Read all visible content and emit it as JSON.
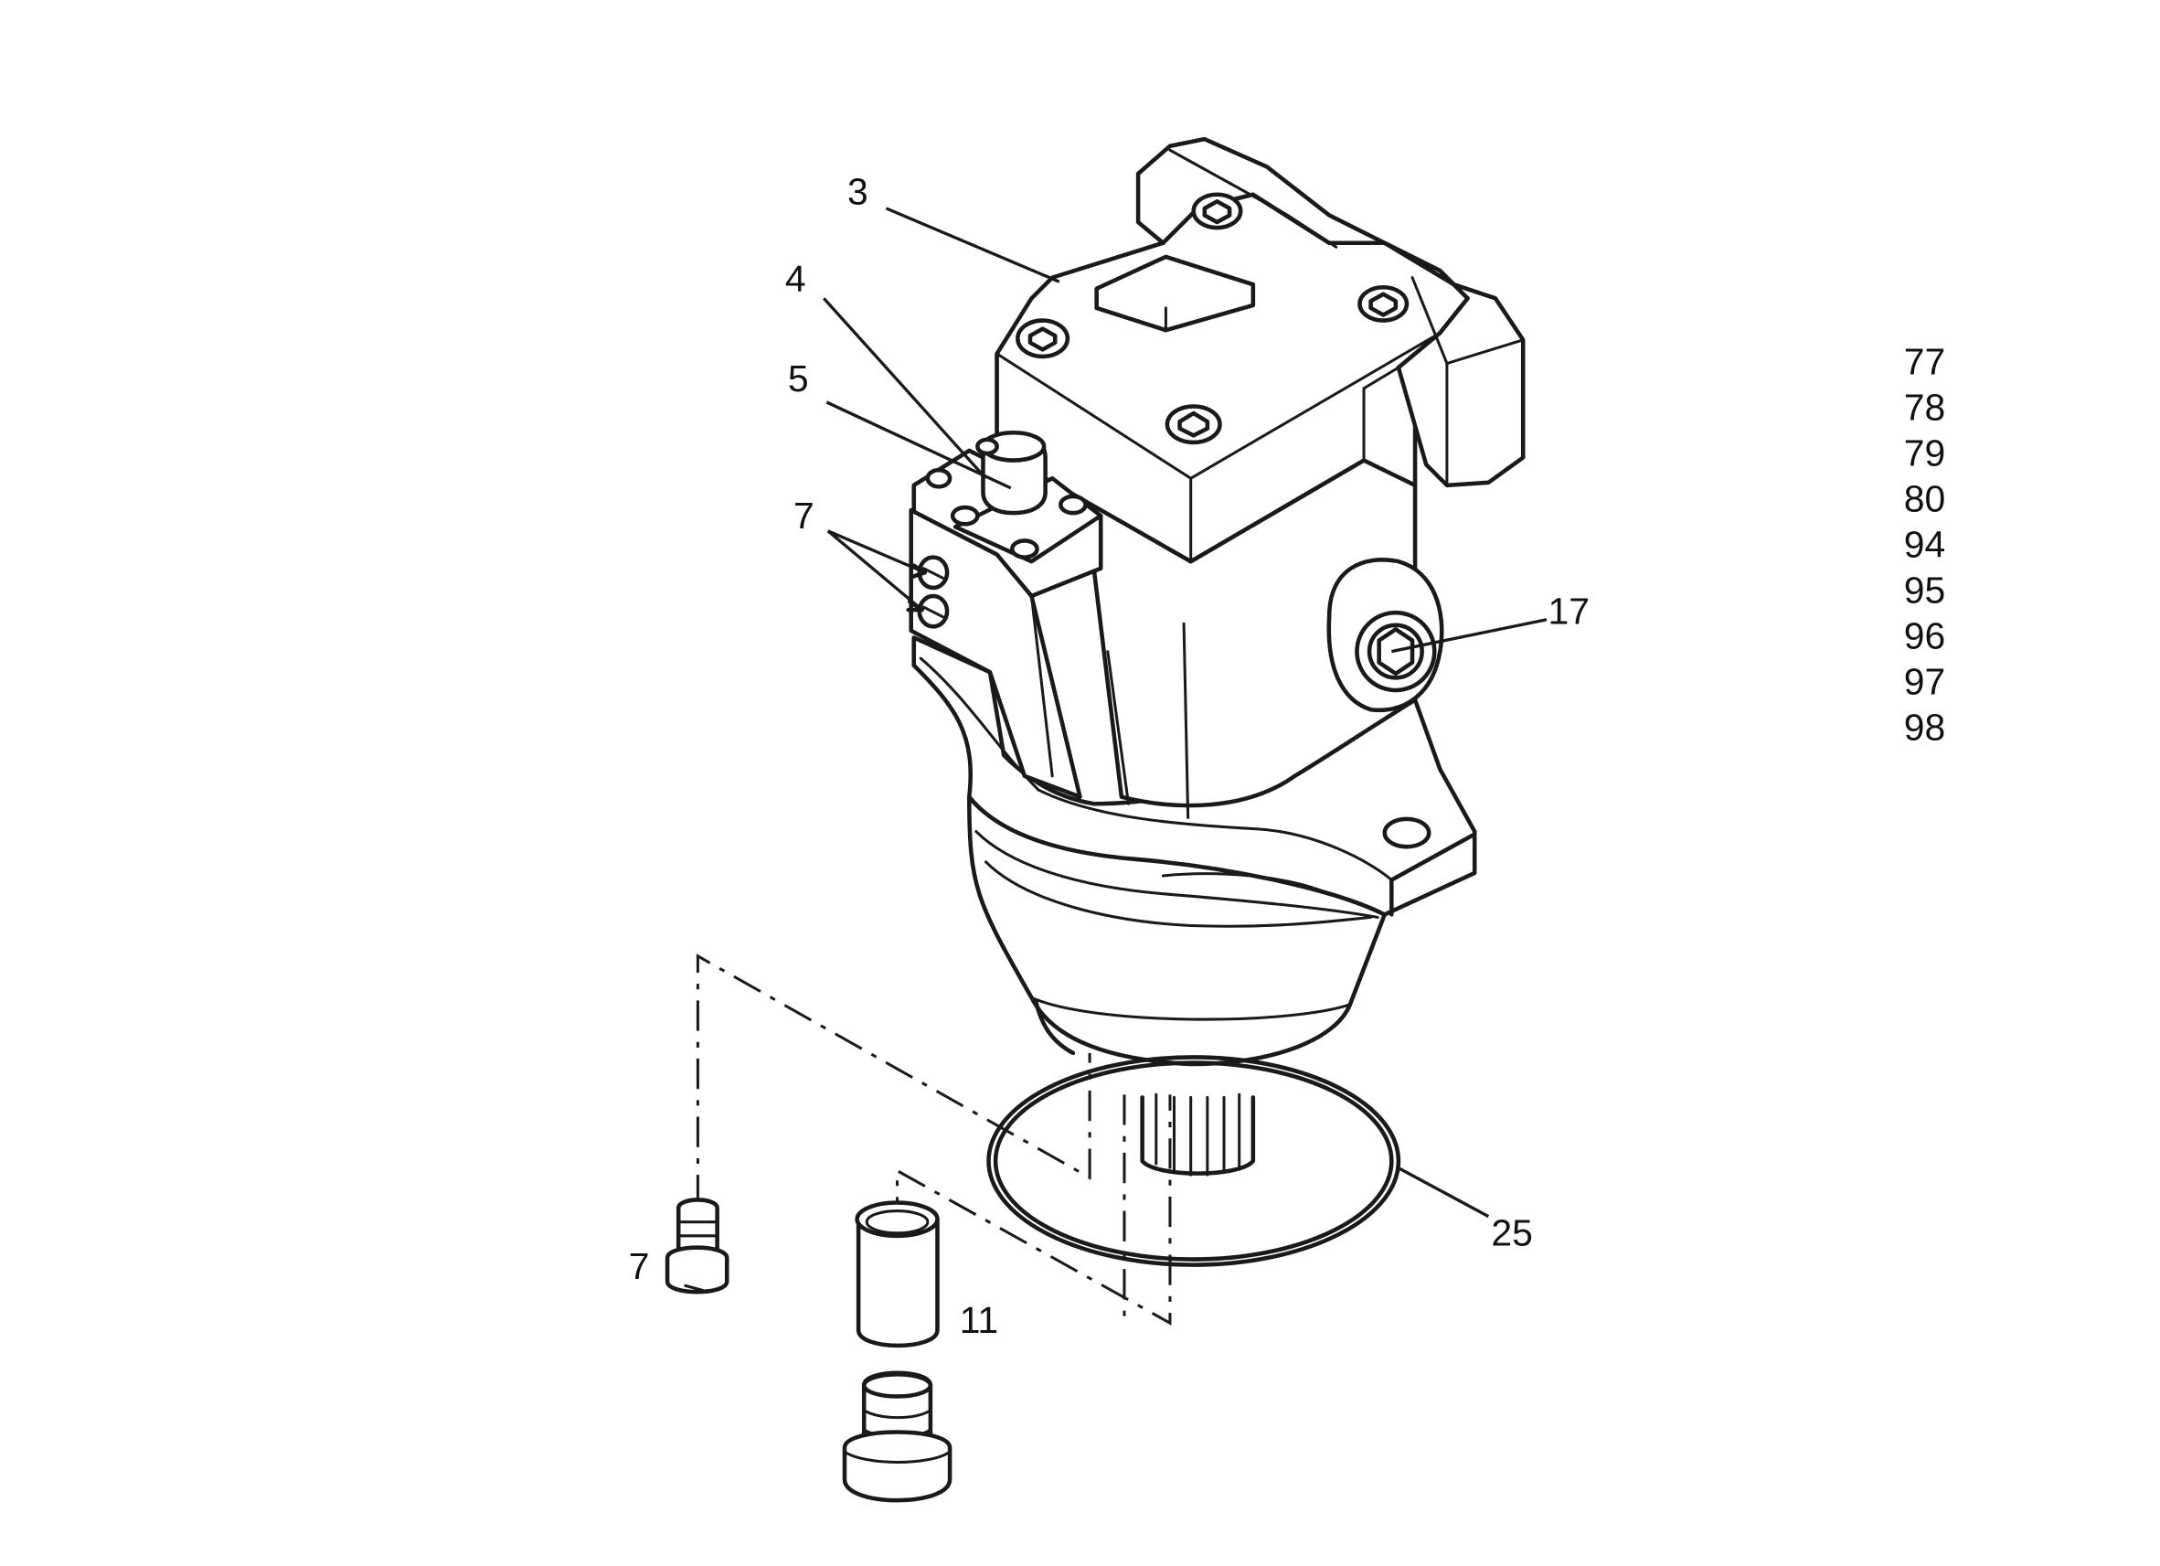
{
  "callouts": {
    "c3": "3",
    "c4": "4",
    "c5": "5",
    "c7a": "7",
    "c17": "17",
    "c25": "25",
    "c7b": "7",
    "c11": "11"
  },
  "part_refs": [
    "77",
    "78",
    "79",
    "80",
    "94",
    "95",
    "96",
    "97",
    "98"
  ],
  "colors": {
    "line": "#1a1a1a",
    "background": "#ffffff"
  }
}
